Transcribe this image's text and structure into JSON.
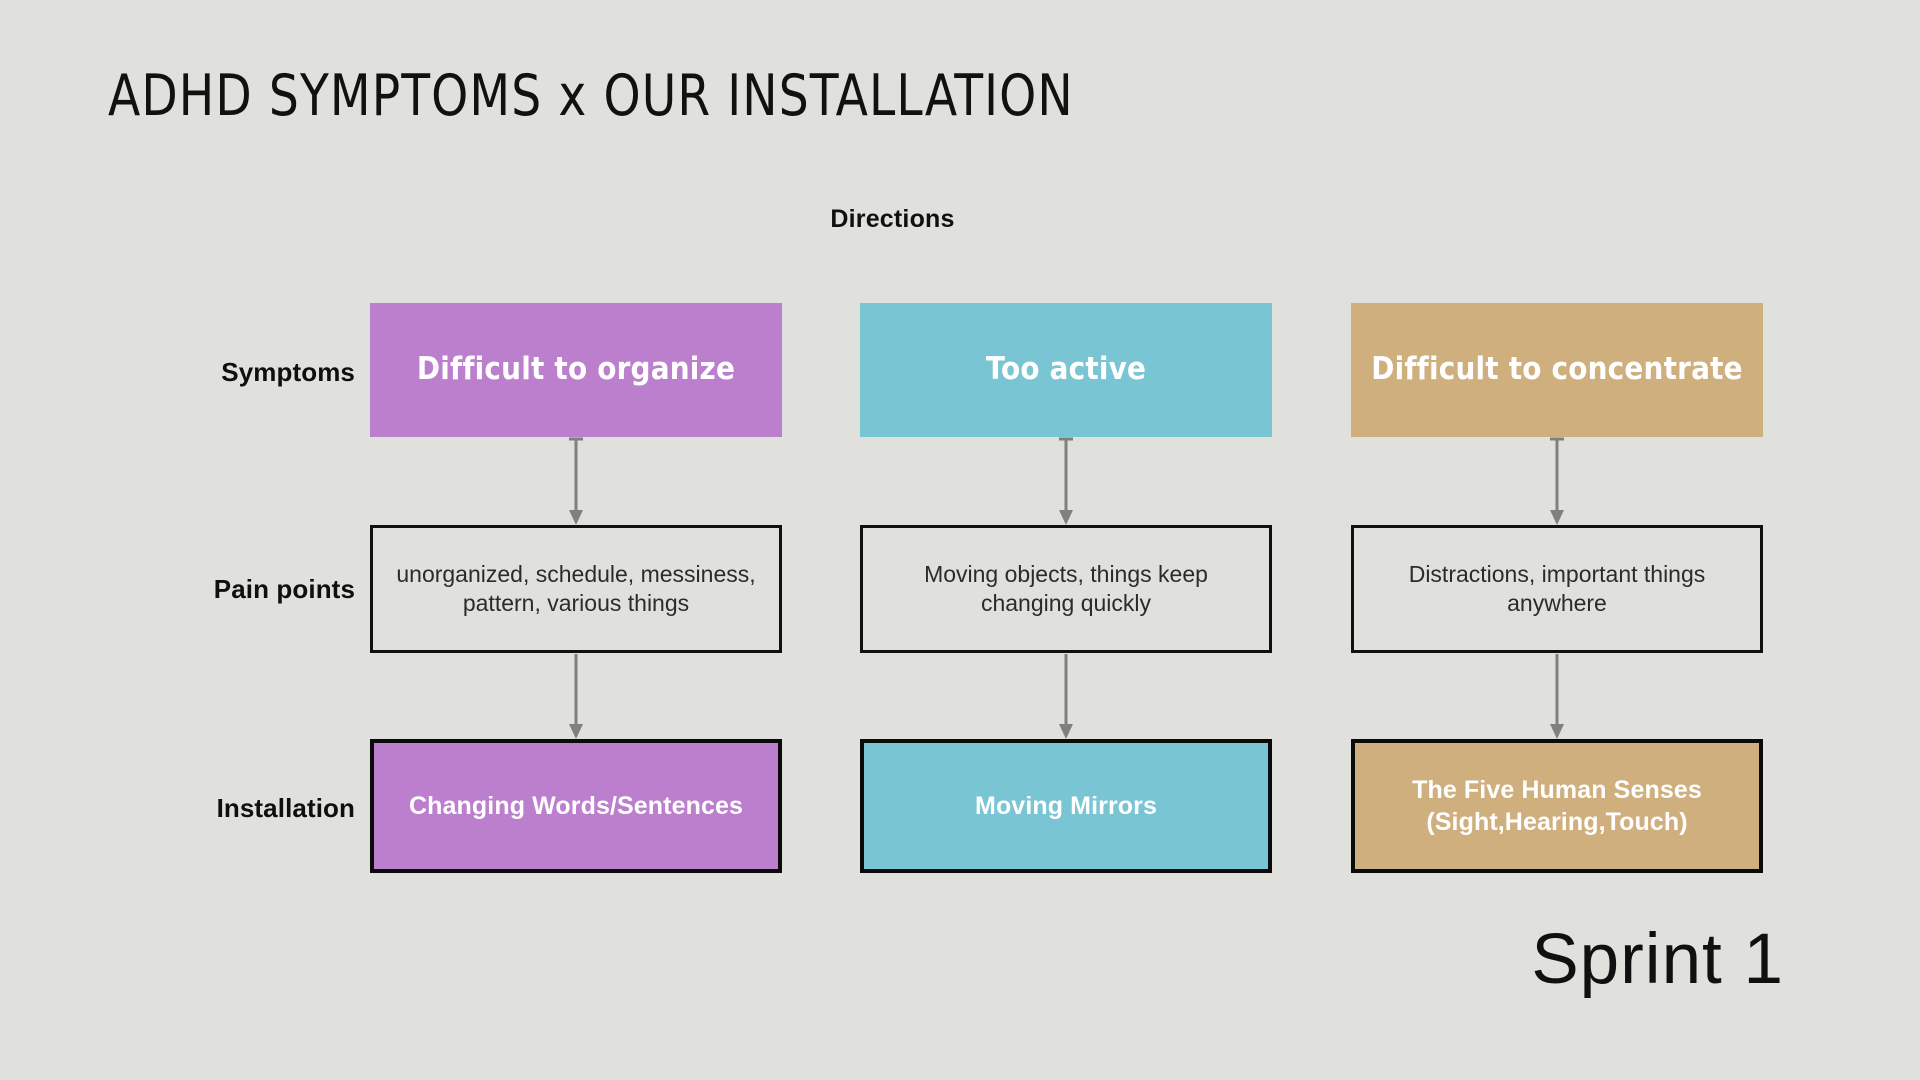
{
  "slide": {
    "title": "ADHD SYMPTOMS x OUR INSTALLATION",
    "footer_label": "Sprint 1",
    "background_color": "#E0E1DC"
  },
  "diagram": {
    "top_caption": "Directions",
    "row_labels": {
      "symptoms": "Symptoms",
      "pain_points": "Pain points",
      "installation": "Installation"
    },
    "arrow_color": "#808080",
    "columns": [
      {
        "color": "#BC7FCE",
        "symptom": "Difficult to organize",
        "pain_point": "unorganized, schedule, messiness, pattern, various things",
        "installation": "Changing Words/Sentences"
      },
      {
        "color": "#79C5D3",
        "symptom": "Too active",
        "pain_point": "Moving objects, things keep changing quickly",
        "installation": "Moving Mirrors"
      },
      {
        "color": "#D0AF7F",
        "symptom": "Difficult to concentrate",
        "pain_point": "Distractions, important things anywhere",
        "installation": "The Five Human Senses (Sight,Hearing,Touch)"
      }
    ]
  }
}
